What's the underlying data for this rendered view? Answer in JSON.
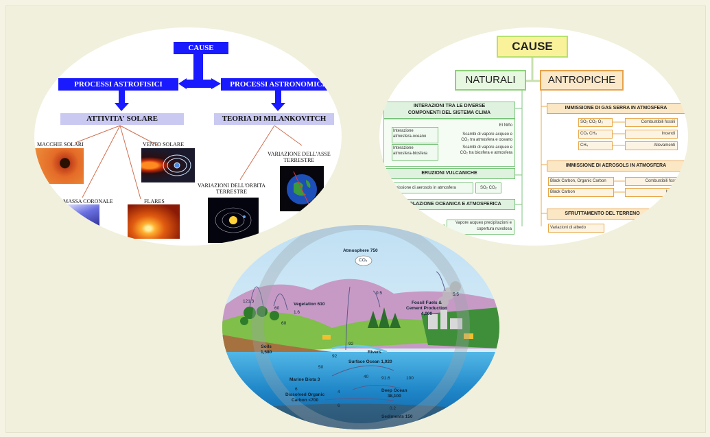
{
  "astro": {
    "cause": "CAUSE",
    "proc_astrofisici": "PROCESSI ASTROFISICI",
    "proc_astronomici": "PROCESSI ASTRONOMICI",
    "attivita_solare": "ATTIVITA' SOLARE",
    "milankovitch": "TEORIA DI MILANKOVITCH",
    "macchie": "MACCHIE SOLARI",
    "vento": "VENTO SOLARE",
    "massa": "MASSA CORONALE",
    "flares": "FLARES",
    "orbita": [
      "VARIAZIONI DELL'ORBITA",
      "TERRESTRE"
    ],
    "asse": [
      "VARIAZIONE DELL'ASSE",
      "TERRESTRE"
    ]
  },
  "causes": {
    "title": "CAUSE",
    "naturali": "NATURALI",
    "antropiche": "ANTROPICHE",
    "interazioni": [
      "INTERAZIONI TRA LE DIVERSE",
      "COMPONENTI DEL SISTEMA CLIMA"
    ],
    "int_oceano": [
      "Interazione",
      "atmosfera-oceano"
    ],
    "int_biosfera": [
      "Interazione",
      "atmosfera-biosfera"
    ],
    "el_nino": "El Niño",
    "scambi1": [
      "Scambi di vapore acqueo e",
      "CO₂ tra atmosfera e oceano"
    ],
    "scambi2": [
      "Scambi di vapore acqueo e",
      "CO₂ tra biosfera e atmosfera"
    ],
    "eruzioni": "ERUZIONI VULCANICHE",
    "immissione_aerosol_atm": "Immissione di aerosols in atmosfera",
    "so2_co2": "SO₂ CO₂",
    "circolazione": "CIRCOLAZIONE OCEANICA E ATMOSFERICA",
    "vapore": [
      "Vapore acqueo precipitazioni e",
      "copertura nuvolosa"
    ],
    "gas_serra": "IMMISSIONE DI GAS SERRA IN ATMOSFERA",
    "gas1": "SO₂ CO₂ O₃",
    "gas2": "CO₂ CH₄",
    "gas3": "CH₄",
    "combustibili": "Combustibili fossili",
    "incendi": "Incendi",
    "allevamenti": "Allevamenti",
    "aerosols": "IMMISSIONE DI AEROSOLS IN ATMOSFERA",
    "black1": "Black Carbon, Organic Carbon",
    "black2": "Black Carbon",
    "combustibili2": "Combustibili fossili",
    "incendi2": "Incendi",
    "sfruttamento": "SFRUTTAMENTO DEL TERRENO",
    "albedo": "Variazioni di albedo"
  },
  "cycle": {
    "atmosphere": "Atmosphere 750",
    "co2": "CO₂",
    "vegetation": "Vegetation 610",
    "fossil": [
      "Fossil Fuels &",
      "Cement Production",
      "4,000"
    ],
    "soils": [
      "Soils",
      "1,580"
    ],
    "rivers": "Rivers",
    "surface_ocean": "Surface Ocean 1,020",
    "marine_biota": "Marine Biota 3",
    "deep_ocean": [
      "Deep Ocean",
      "38,100"
    ],
    "dissolved": [
      "Dissolved Organic",
      "Carbon <700"
    ],
    "sediments": "Sediments 150",
    "n121": "121.3",
    "n60a": "60",
    "n60b": "60",
    "n16": "1.6",
    "n05": "0.5",
    "n55": "5.5",
    "n92a": "92",
    "n92b": "92",
    "n50": "50",
    "n40": "40",
    "n916": "91.6",
    "n100": "100",
    "n6": "6",
    "n4": "4",
    "n6b": "6",
    "n02": "0.2"
  }
}
